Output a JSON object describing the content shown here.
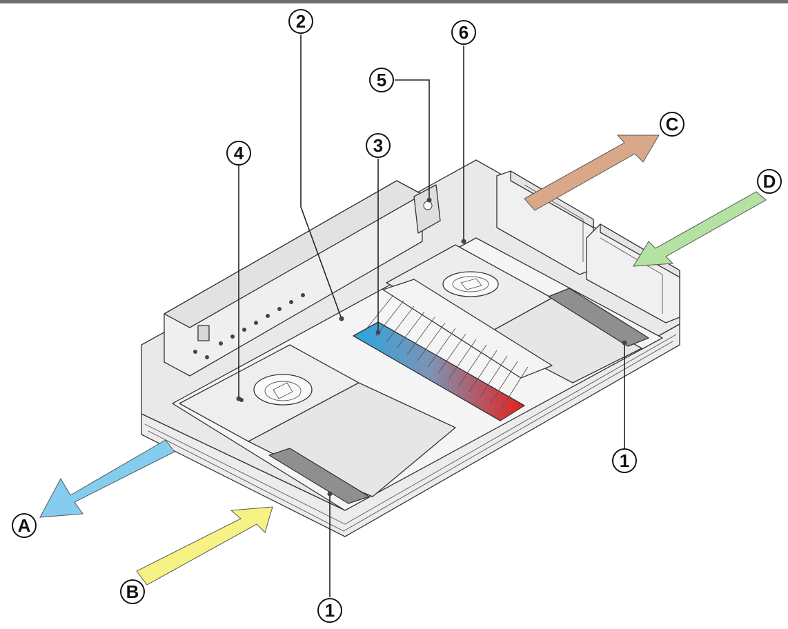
{
  "callouts": {
    "c2": "2",
    "c6": "6",
    "c5": "5",
    "c4": "4",
    "c3": "3",
    "c1_right": "1",
    "c1_bottom": "1",
    "cA": "A",
    "cB": "B",
    "cC": "C",
    "cD": "D"
  },
  "colors": {
    "arrow_A": "#84cdee",
    "arrow_B": "#f6f284",
    "arrow_C": "#d9a888",
    "arrow_D": "#b4e2a2",
    "heat_cold": "#2aa6e0",
    "heat_hot": "#e8201e",
    "panel_light": "#f2f2f2",
    "panel_mid": "#e3e3e3",
    "filter_gray": "#8f8f8f"
  },
  "icons": [
    "supply-air-arrow",
    "outdoor-air-arrow",
    "exhaust-air-arrow",
    "extract-air-arrow",
    "fan-impeller-icon"
  ]
}
